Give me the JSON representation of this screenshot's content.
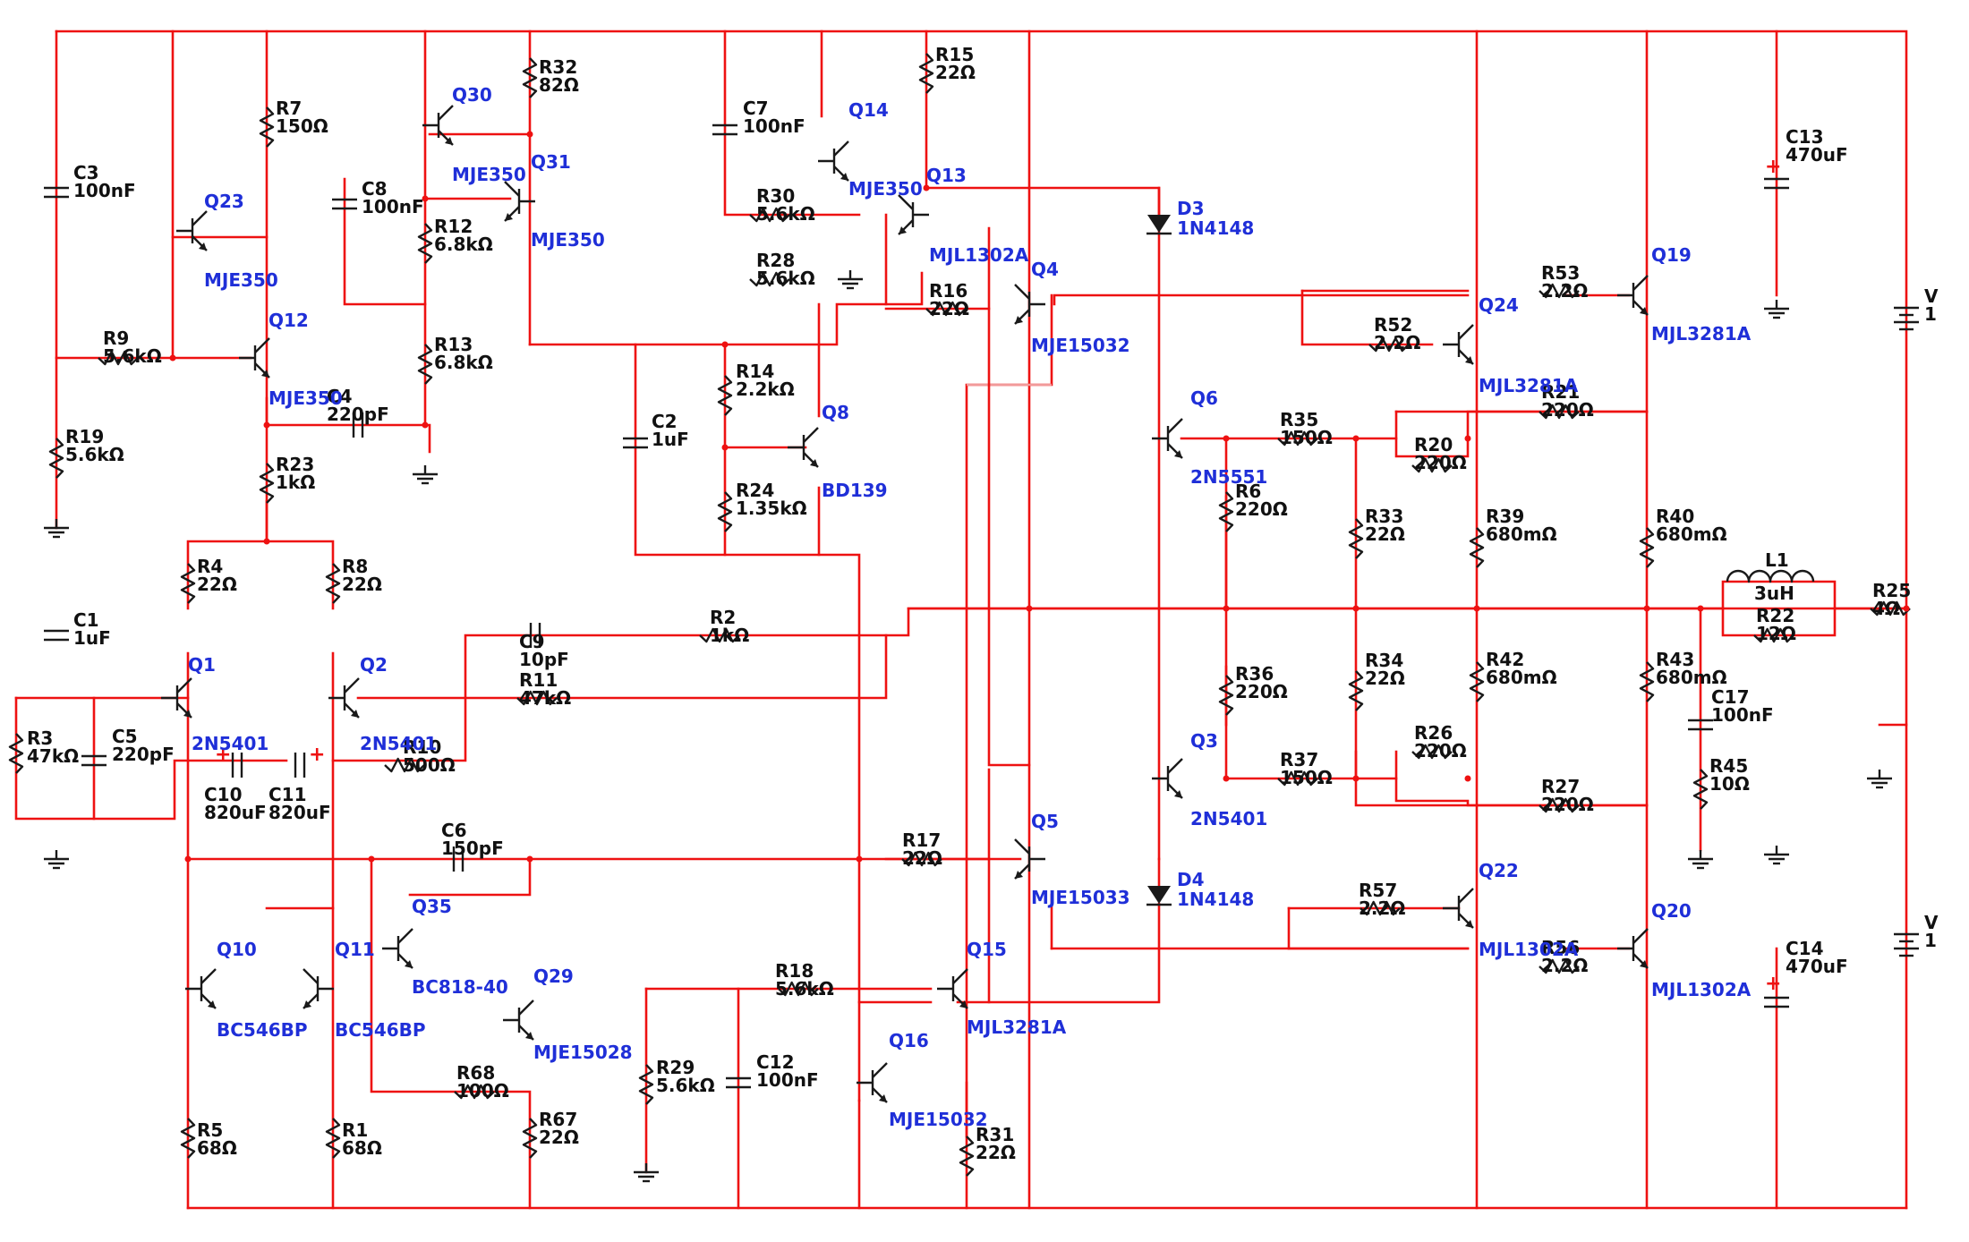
{
  "colors": {
    "wire": "#ee1111",
    "component": "#1a1a1a",
    "active_label": "#1f2fd8",
    "passive_label": "#111111"
  },
  "resistors": [
    {
      "ref": "R7",
      "value": "150Ω"
    },
    {
      "ref": "R9",
      "value": "5.6kΩ"
    },
    {
      "ref": "R19",
      "value": "5.6kΩ"
    },
    {
      "ref": "R23",
      "value": "1kΩ"
    },
    {
      "ref": "R4",
      "value": "22Ω"
    },
    {
      "ref": "R8",
      "value": "22Ω"
    },
    {
      "ref": "R3",
      "value": "47kΩ"
    },
    {
      "ref": "R5",
      "value": "68Ω"
    },
    {
      "ref": "R1",
      "value": "68Ω"
    },
    {
      "ref": "R32",
      "value": "82Ω"
    },
    {
      "ref": "R12",
      "value": "6.8kΩ"
    },
    {
      "ref": "R13",
      "value": "6.8kΩ"
    },
    {
      "ref": "R10",
      "value": "500Ω"
    },
    {
      "ref": "R11",
      "value": "47kΩ"
    },
    {
      "ref": "R2",
      "value": "1kΩ"
    },
    {
      "ref": "R68",
      "value": "100Ω"
    },
    {
      "ref": "R67",
      "value": "22Ω"
    },
    {
      "ref": "R15",
      "value": "22Ω"
    },
    {
      "ref": "R30",
      "value": "5.6kΩ"
    },
    {
      "ref": "R28",
      "value": "5.6kΩ"
    },
    {
      "ref": "R16",
      "value": "22Ω"
    },
    {
      "ref": "R14",
      "value": "2.2kΩ"
    },
    {
      "ref": "R24",
      "value": "1.35kΩ"
    },
    {
      "ref": "R17",
      "value": "22Ω"
    },
    {
      "ref": "R18",
      "value": "5.6kΩ"
    },
    {
      "ref": "R29",
      "value": "5.6kΩ"
    },
    {
      "ref": "R31",
      "value": "22Ω"
    },
    {
      "ref": "R35",
      "value": "150Ω"
    },
    {
      "ref": "R6",
      "value": "220Ω"
    },
    {
      "ref": "R33",
      "value": "22Ω"
    },
    {
      "ref": "R20",
      "value": "220Ω"
    },
    {
      "ref": "R36",
      "value": "220Ω"
    },
    {
      "ref": "R34",
      "value": "22Ω"
    },
    {
      "ref": "R37",
      "value": "150Ω"
    },
    {
      "ref": "R26",
      "value": "220Ω"
    },
    {
      "ref": "R52",
      "value": "2.2Ω"
    },
    {
      "ref": "R53",
      "value": "2.2Ω"
    },
    {
      "ref": "R21",
      "value": "220Ω"
    },
    {
      "ref": "R39",
      "value": "680mΩ"
    },
    {
      "ref": "R40",
      "value": "680mΩ"
    },
    {
      "ref": "R42",
      "value": "680mΩ"
    },
    {
      "ref": "R43",
      "value": "680mΩ"
    },
    {
      "ref": "R27",
      "value": "220Ω"
    },
    {
      "ref": "R57",
      "value": "2.2Ω"
    },
    {
      "ref": "R56",
      "value": "2.2Ω"
    },
    {
      "ref": "R22",
      "value": "12Ω"
    },
    {
      "ref": "R25",
      "value": "4Ω"
    },
    {
      "ref": "R45",
      "value": "10Ω"
    }
  ],
  "capacitors": [
    {
      "ref": "C3",
      "value": "100nF"
    },
    {
      "ref": "C8",
      "value": "100nF"
    },
    {
      "ref": "C4",
      "value": "220pF"
    },
    {
      "ref": "C1",
      "value": "1uF"
    },
    {
      "ref": "C5",
      "value": "220pF"
    },
    {
      "ref": "C10",
      "value": "820uF"
    },
    {
      "ref": "C11",
      "value": "820uF"
    },
    {
      "ref": "C9",
      "value": "10pF"
    },
    {
      "ref": "C6",
      "value": "150pF"
    },
    {
      "ref": "C7",
      "value": "100nF"
    },
    {
      "ref": "C2",
      "value": "1uF"
    },
    {
      "ref": "C12",
      "value": "100nF"
    },
    {
      "ref": "C13",
      "value": "470uF"
    },
    {
      "ref": "C14",
      "value": "470uF"
    },
    {
      "ref": "C17",
      "value": "100nF"
    }
  ],
  "transistors": [
    {
      "ref": "Q23",
      "part": "MJE350"
    },
    {
      "ref": "Q12",
      "part": "MJE350"
    },
    {
      "ref": "Q30",
      "part": "MJE350"
    },
    {
      "ref": "Q31",
      "part": "MJE350"
    },
    {
      "ref": "Q1",
      "part": "2N5401"
    },
    {
      "ref": "Q2",
      "part": "2N5401"
    },
    {
      "ref": "Q10",
      "part": "BC546BP"
    },
    {
      "ref": "Q11",
      "part": "BC546BP"
    },
    {
      "ref": "Q35",
      "part": "BC818-40"
    },
    {
      "ref": "Q29",
      "part": "MJE15028"
    },
    {
      "ref": "Q14",
      "part": "MJE350"
    },
    {
      "ref": "Q13",
      "part": "MJL1302A"
    },
    {
      "ref": "Q8",
      "part": "BD139"
    },
    {
      "ref": "Q4",
      "part": "MJE15032"
    },
    {
      "ref": "Q5",
      "part": "MJE15033"
    },
    {
      "ref": "Q15",
      "part": "MJL3281A"
    },
    {
      "ref": "Q16",
      "part": "MJE15032"
    },
    {
      "ref": "Q6",
      "part": "2N5551"
    },
    {
      "ref": "Q3",
      "part": "2N5401"
    },
    {
      "ref": "Q24",
      "part": "MJL3281A"
    },
    {
      "ref": "Q19",
      "part": "MJL3281A"
    },
    {
      "ref": "Q22",
      "part": "MJL1302A"
    },
    {
      "ref": "Q20",
      "part": "MJL1302A"
    }
  ],
  "diodes": [
    {
      "ref": "D3",
      "part": "1N4148"
    },
    {
      "ref": "D4",
      "part": "1N4148"
    }
  ],
  "inductors": [
    {
      "ref": "L1",
      "value": "3uH"
    }
  ],
  "sources": [
    {
      "ref": "V",
      "value": "1"
    },
    {
      "ref": "V",
      "value": "1"
    }
  ]
}
